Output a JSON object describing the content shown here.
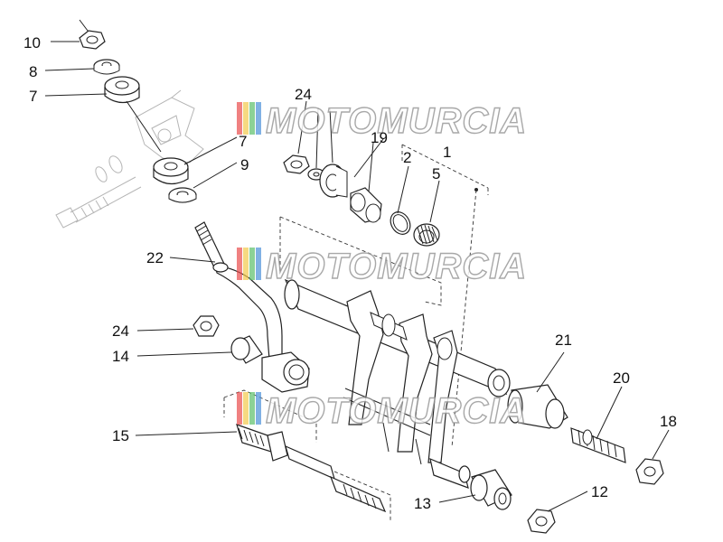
{
  "watermark": {
    "text": "MOTOMURCIA",
    "stripe_colors": [
      "#e94b4b",
      "#f2c94c",
      "#5bbf6a",
      "#4a90d9"
    ]
  },
  "callouts": {
    "c10": "10",
    "c8": "8",
    "c7a": "7",
    "c24a": "24",
    "c7b": "7",
    "c9": "9",
    "c19": "19",
    "c1": "1",
    "c2": "2",
    "c5": "5",
    "c22": "22",
    "c24b": "24",
    "c14": "14",
    "c21": "21",
    "c20": "20",
    "c18": "18",
    "c15": "15",
    "c13": "13",
    "c12": "12"
  },
  "colors": {
    "line": "#222222",
    "ghost": "#b5b5b5"
  }
}
